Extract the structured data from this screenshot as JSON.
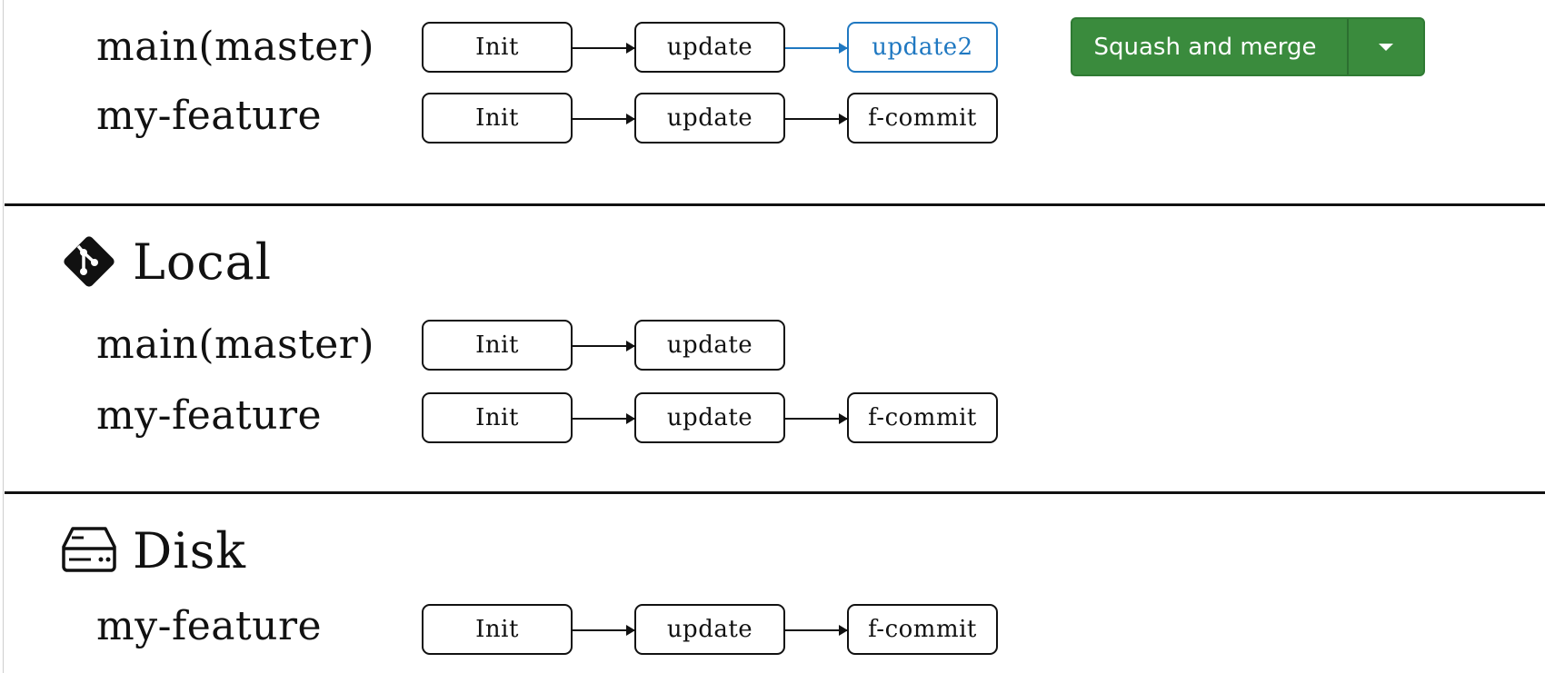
{
  "remote": {
    "main_label": "main(master)",
    "main_commits": [
      "Init",
      "update",
      "update2"
    ],
    "feature_label": "my-feature",
    "feature_commits": [
      "Init",
      "update",
      "f-commit"
    ],
    "merge_button": {
      "label": "Squash and merge",
      "dropdown_icon": "caret-down-icon"
    }
  },
  "local": {
    "title": "Local",
    "icon": "git-icon",
    "main_label": "main(master)",
    "main_commits": [
      "Init",
      "update"
    ],
    "feature_label": "my-feature",
    "feature_commits": [
      "Init",
      "update",
      "f-commit"
    ]
  },
  "disk": {
    "title": "Disk",
    "icon": "hard-drive-icon",
    "feature_label": "my-feature",
    "feature_commits": [
      "Init",
      "update",
      "f-commit"
    ]
  },
  "colors": {
    "highlight": "#1f78c1",
    "merge_button": "#3a8b3d",
    "text": "#111111"
  }
}
